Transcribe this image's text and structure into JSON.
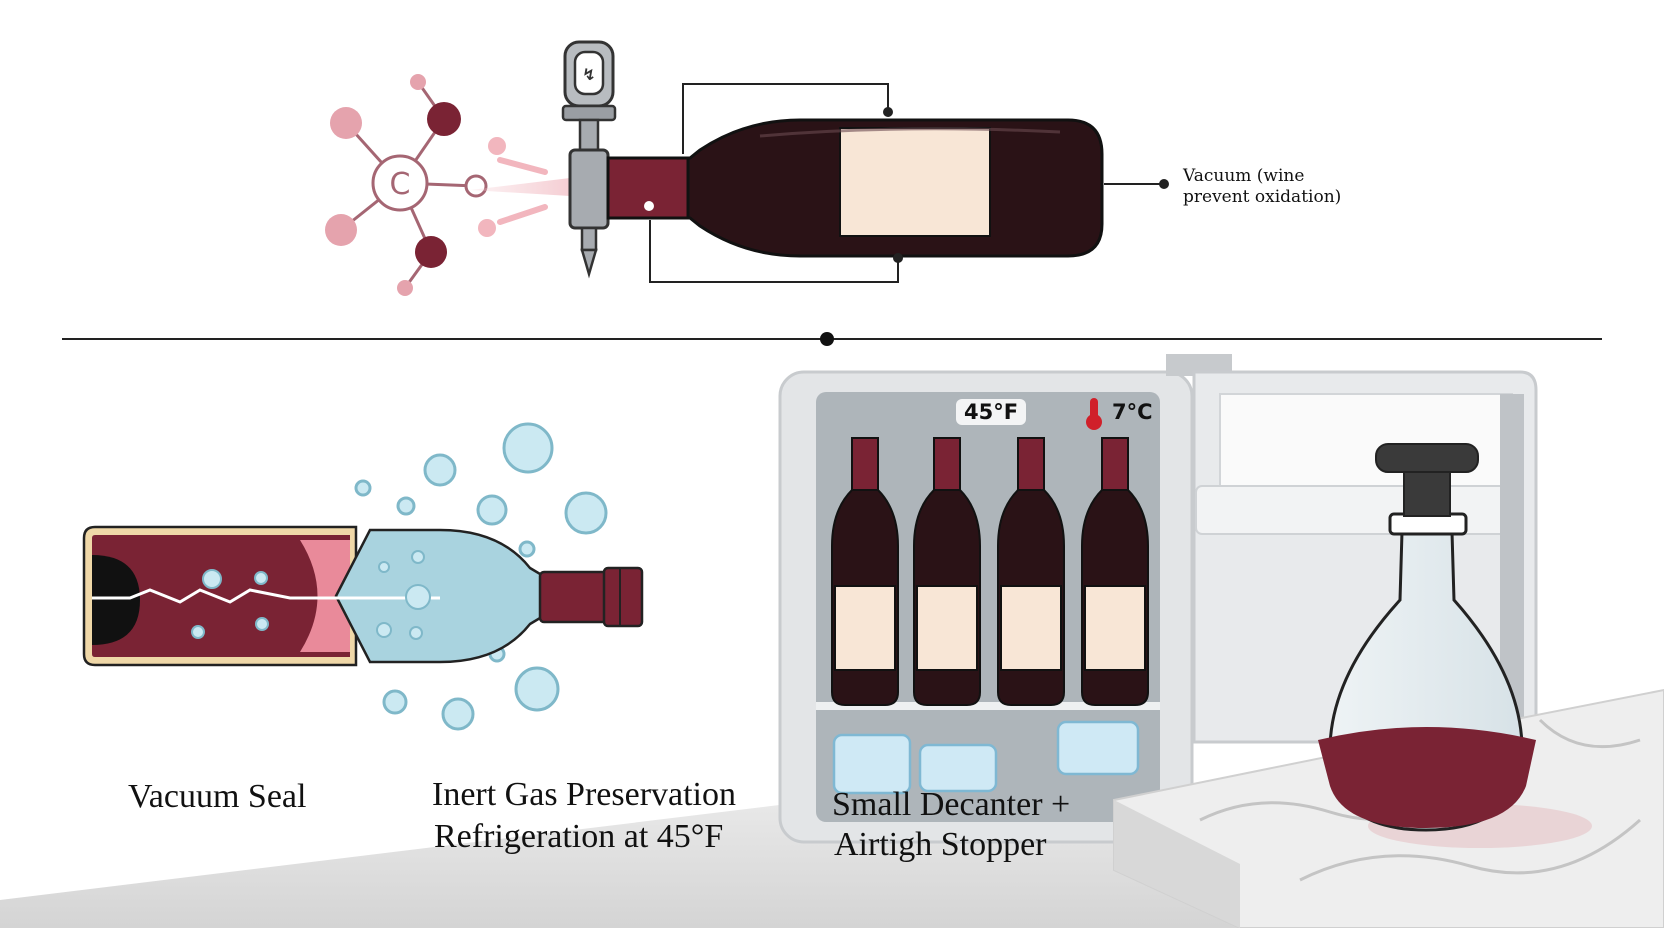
{
  "callout": {
    "line1": "Vacuum (wine",
    "line2": "prevent oxidation)"
  },
  "labels": {
    "vacuum_seal": "Vacuum Seal",
    "inert_gas": "Inert Gas Preservation",
    "refrigeration": "Refrigeration at 45°F",
    "decanter_line1": "Small Decanter +",
    "decanter_line2": "Airtigh Stopper"
  },
  "fridge": {
    "temp_f": "45°F",
    "temp_c": "7°C"
  },
  "colors": {
    "wine": "#7a2334",
    "bottle_dark": "#2a1216",
    "label_cream": "#f8e6d6",
    "glass_blue": "#a9d3df",
    "bubble": "#cbe9f2",
    "molecule_pink": "#e5a3ad",
    "fridge_gray": "#dfe1e3",
    "marble": "#ececec"
  },
  "icons": [
    "oxygen-molecule-icon",
    "vacuum-pump-icon",
    "thermometer-icon",
    "bubble-icon",
    "ice-cube-icon"
  ]
}
